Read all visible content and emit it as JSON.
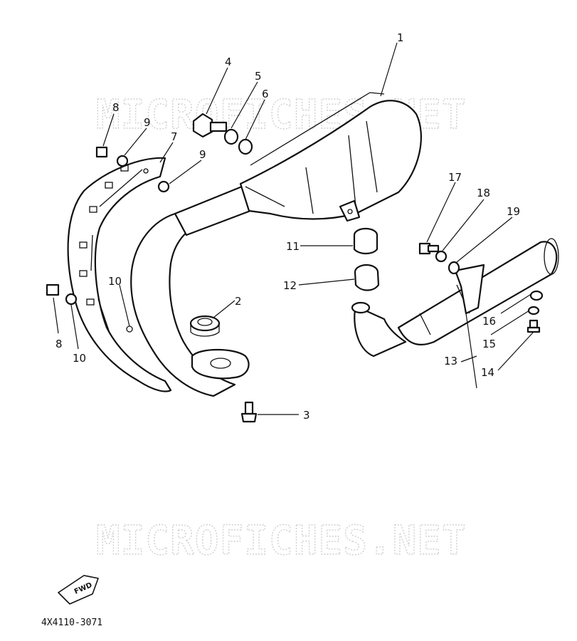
{
  "watermark": {
    "top": "MICROFICHES.NET",
    "bottom": "MICROFICHES.NET"
  },
  "callouts": [
    {
      "id": "c1",
      "label": "1"
    },
    {
      "id": "c2",
      "label": "2"
    },
    {
      "id": "c3",
      "label": "3"
    },
    {
      "id": "c4",
      "label": "4"
    },
    {
      "id": "c5",
      "label": "5"
    },
    {
      "id": "c6",
      "label": "6"
    },
    {
      "id": "c7",
      "label": "7"
    },
    {
      "id": "c8a",
      "label": "8"
    },
    {
      "id": "c8b",
      "label": "8"
    },
    {
      "id": "c9a",
      "label": "9"
    },
    {
      "id": "c9b",
      "label": "9"
    },
    {
      "id": "c10a",
      "label": "10"
    },
    {
      "id": "c10b",
      "label": "10"
    },
    {
      "id": "c11",
      "label": "11"
    },
    {
      "id": "c12",
      "label": "12"
    },
    {
      "id": "c13",
      "label": "13"
    },
    {
      "id": "c14",
      "label": "14"
    },
    {
      "id": "c15",
      "label": "15"
    },
    {
      "id": "c16",
      "label": "16"
    },
    {
      "id": "c17",
      "label": "17"
    },
    {
      "id": "c18",
      "label": "18"
    },
    {
      "id": "c19",
      "label": "19"
    }
  ],
  "direction_badge": "FWD",
  "drawing_code": "4X4110-3071"
}
